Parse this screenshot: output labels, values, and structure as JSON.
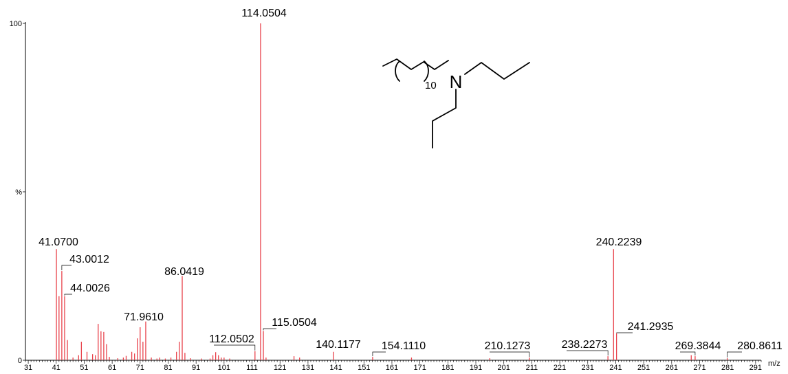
{
  "chart_data": {
    "type": "bar",
    "x_unit": "m/z",
    "xlim": [
      30,
      293
    ],
    "ylim": [
      0,
      100
    ],
    "y_ticks": [
      {
        "value": 0,
        "label": "0"
      },
      {
        "value": 50,
        "label": "%"
      },
      {
        "value": 100,
        "label": "100"
      }
    ],
    "x_ticks": [
      31,
      41,
      51,
      61,
      71,
      81,
      91,
      101,
      111,
      121,
      131,
      141,
      151,
      161,
      171,
      181,
      191,
      201,
      211,
      221,
      231,
      241,
      251,
      261,
      271,
      281,
      291
    ],
    "colors": {
      "peaks": "#e8424b",
      "axis": "#000000",
      "leader": "#000000",
      "structure": "#000000"
    },
    "peaks": [
      {
        "x": 41.07,
        "y": 33,
        "label": "41.0700"
      },
      {
        "x": 42.0,
        "y": 19
      },
      {
        "x": 43.0012,
        "y": 26.5,
        "label": "43.0012"
      },
      {
        "x": 44.0026,
        "y": 19,
        "label": "44.0026"
      },
      {
        "x": 45.0,
        "y": 6
      },
      {
        "x": 47.0,
        "y": 0.8
      },
      {
        "x": 49.0,
        "y": 1.5
      },
      {
        "x": 50.0,
        "y": 5.5
      },
      {
        "x": 52.0,
        "y": 2.5
      },
      {
        "x": 54.0,
        "y": 1.8
      },
      {
        "x": 55.0,
        "y": 1.5
      },
      {
        "x": 56.0,
        "y": 10.8
      },
      {
        "x": 57.0,
        "y": 8.6
      },
      {
        "x": 58.0,
        "y": 8.4
      },
      {
        "x": 59.0,
        "y": 4.8
      },
      {
        "x": 60.0,
        "y": 1
      },
      {
        "x": 63.0,
        "y": 0.6
      },
      {
        "x": 65.0,
        "y": 0.8
      },
      {
        "x": 66.0,
        "y": 1.3
      },
      {
        "x": 68.0,
        "y": 2.5
      },
      {
        "x": 69.0,
        "y": 2
      },
      {
        "x": 70.0,
        "y": 6.5
      },
      {
        "x": 71.0,
        "y": 9.8
      },
      {
        "x": 72.0,
        "y": 5.5
      },
      {
        "x": 73.0,
        "y": 11.5,
        "label": "71.9610"
      },
      {
        "x": 75.0,
        "y": 0.8
      },
      {
        "x": 77.0,
        "y": 0.5
      },
      {
        "x": 78.0,
        "y": 0.8
      },
      {
        "x": 80.0,
        "y": 0.5
      },
      {
        "x": 82.0,
        "y": 0.8
      },
      {
        "x": 84.0,
        "y": 2.5
      },
      {
        "x": 85.0,
        "y": 5.5
      },
      {
        "x": 86.0419,
        "y": 25,
        "label": "86.0419"
      },
      {
        "x": 87.0,
        "y": 2.2
      },
      {
        "x": 89.0,
        "y": 0.6
      },
      {
        "x": 93.0,
        "y": 0.5
      },
      {
        "x": 96.0,
        "y": 0.5
      },
      {
        "x": 97.0,
        "y": 1.5
      },
      {
        "x": 98.0,
        "y": 2.4
      },
      {
        "x": 99.0,
        "y": 1.5
      },
      {
        "x": 100.0,
        "y": 0.8
      },
      {
        "x": 101.0,
        "y": 0.8
      },
      {
        "x": 103.0,
        "y": 0.5
      },
      {
        "x": 112.0502,
        "y": 2.7,
        "label": "112.0502"
      },
      {
        "x": 114.0504,
        "y": 100,
        "label": "114.0504"
      },
      {
        "x": 115.0504,
        "y": 8.7,
        "label": "115.0504"
      },
      {
        "x": 116.0,
        "y": 0.8
      },
      {
        "x": 126.0,
        "y": 1.2
      },
      {
        "x": 128.0,
        "y": 0.8
      },
      {
        "x": 140.1177,
        "y": 2.5,
        "label": "140.1177"
      },
      {
        "x": 154.111,
        "y": 1,
        "label": "154.1110"
      },
      {
        "x": 168.0,
        "y": 0.8
      },
      {
        "x": 196.0,
        "y": 0.6
      },
      {
        "x": 210.1273,
        "y": 0.8,
        "label": "210.1273"
      },
      {
        "x": 238.2273,
        "y": 1.2,
        "label": "238.2273"
      },
      {
        "x": 240.2239,
        "y": 33,
        "label": "240.2239"
      },
      {
        "x": 241.2935,
        "y": 8,
        "label": "241.2935"
      },
      {
        "x": 268.0,
        "y": 1.5
      },
      {
        "x": 269.3844,
        "y": 1.2,
        "label": "269.3844"
      },
      {
        "x": 280.8611,
        "y": 0.6,
        "label": "280.8611"
      }
    ],
    "structure": {
      "nitrogen": "N",
      "repeat_count": "10"
    }
  }
}
